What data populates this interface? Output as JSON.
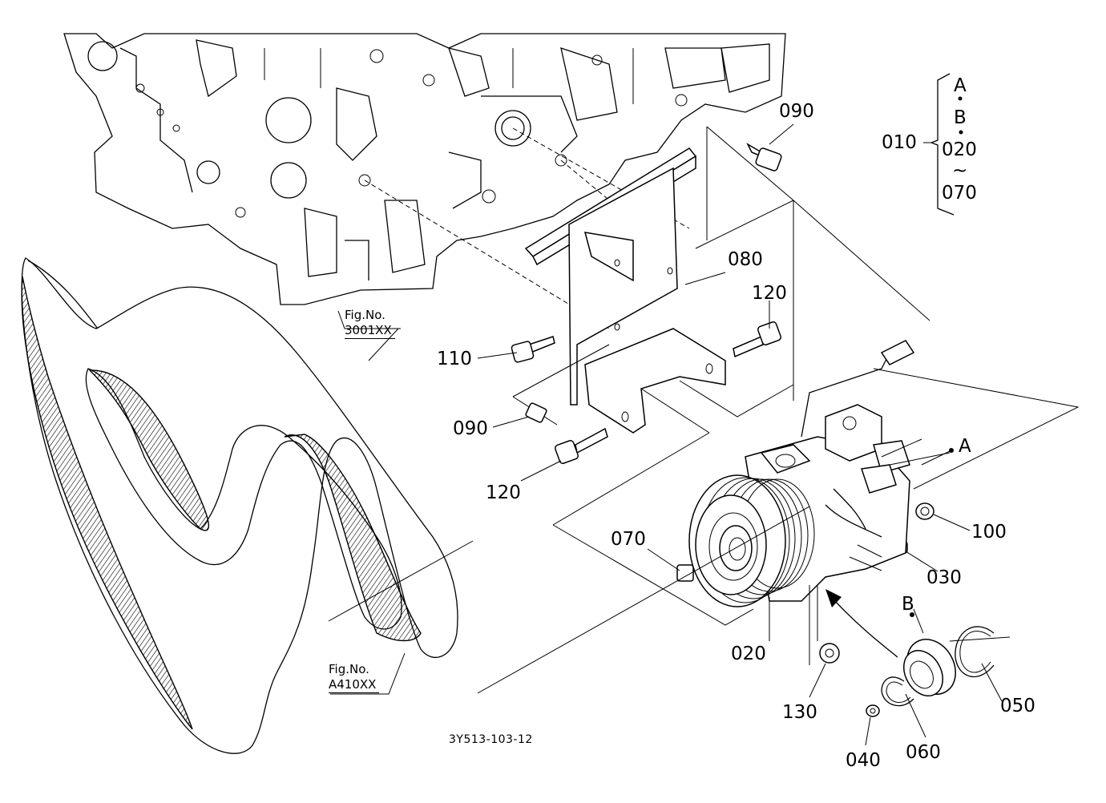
{
  "diagram": {
    "drawing_code": "3Y513-103-12",
    "fig_refs": [
      {
        "line1": "Fig.No.",
        "line2": "3001XX"
      },
      {
        "line1": "Fig.No.",
        "line2": "A410XX"
      }
    ],
    "callouts": {
      "c010": "010",
      "c020": "020",
      "c030": "030",
      "c040": "040",
      "c050": "050",
      "c060": "060",
      "c070": "070",
      "c080": "080",
      "c090a": "090",
      "c090b": "090",
      "c100": "100",
      "c110": "110",
      "c120a": "120",
      "c120b": "120",
      "c130": "130",
      "markA": "A",
      "markB": "B"
    },
    "bracket_group": {
      "item1": "A",
      "item2": "B",
      "item3": "020",
      "range_mark": "~",
      "item4": "070"
    }
  }
}
